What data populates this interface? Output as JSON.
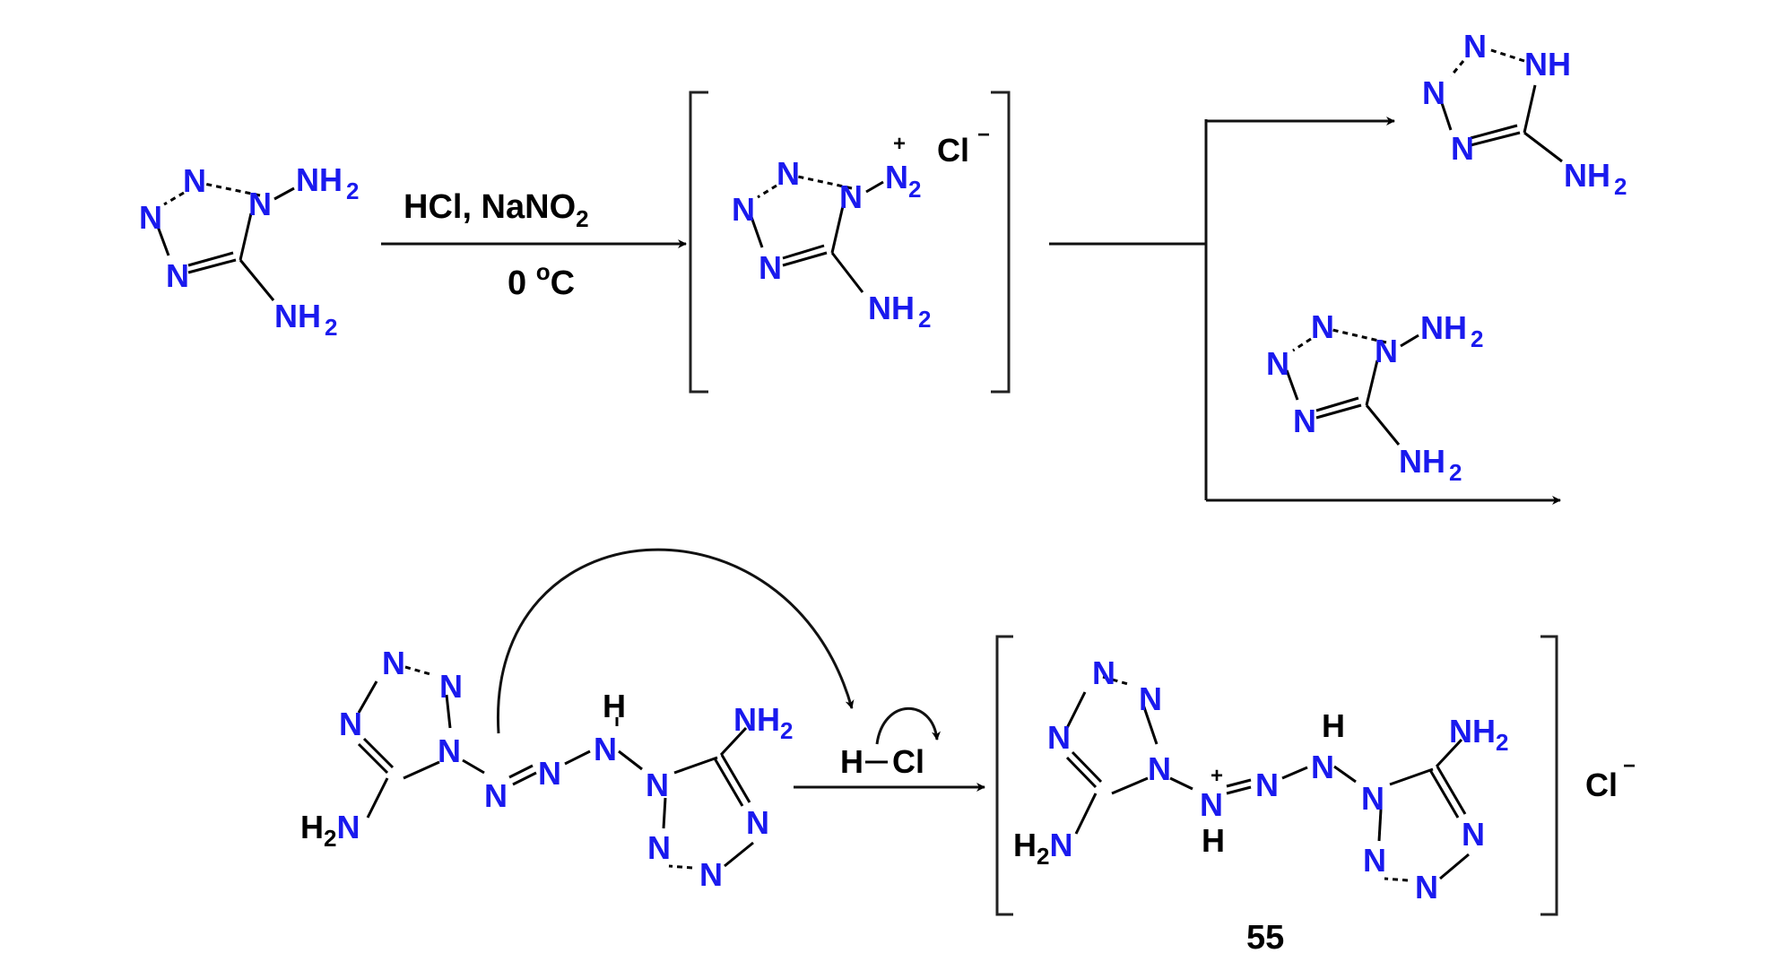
{
  "colors": {
    "nitrogen": "#1a1aee",
    "bond": "#000000",
    "text": "#000000"
  },
  "atoms": {
    "n": "N",
    "nh2": "NH",
    "h2n": "H",
    "h2n_n": "N",
    "sub2": "2",
    "nh": "NH",
    "h": "H",
    "cl": "Cl",
    "plus": "+",
    "minus": "−"
  },
  "reaction": {
    "reagents": "HCl, NaNO",
    "reagents_sub": "2",
    "conditions": "0 ",
    "conditions_sup": "o",
    "conditions_unit": "C"
  },
  "compound_label": "55"
}
